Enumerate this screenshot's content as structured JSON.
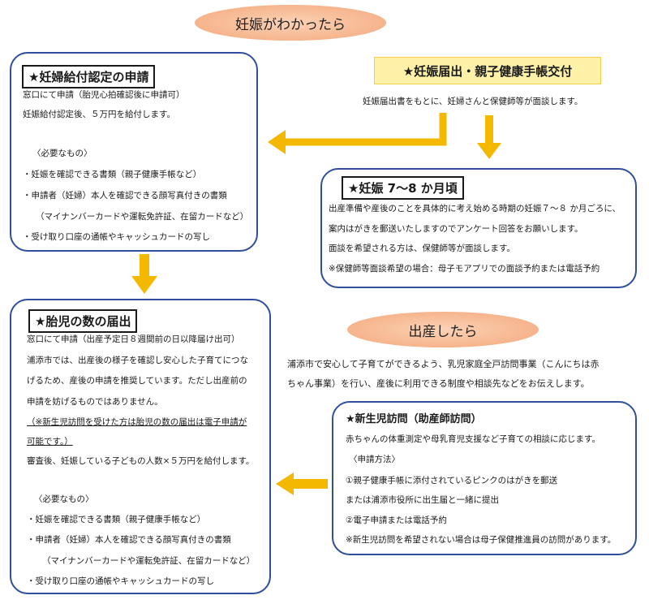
{
  "pregnancy_label": "妊娠がわかったら",
  "birth_label": "出産したら",
  "benefit_box": {
    "title": "★妊婦給付認定の申請",
    "lines": [
      "窓口にて申請（胎児心拍確認後に申請可）",
      "妊娠給付認定後、５万円を給付します。"
    ],
    "needs_heading": "〈必要なもの〉",
    "needs": [
      "・妊娠を確認できる書類（親子健康手帳など）",
      "・申請者（妊婦）本人を確認できる顔写真付きの書類",
      "（マイナンバーカードや運転免許証、在留カードなど）",
      "・受け取り口座の通帳やキャッシュカードの写し"
    ]
  },
  "notification": {
    "title": "★妊娠届出・親子健康手帳交付",
    "text": "妊娠届出書をもとに、妊婦さんと保健師等が面談します。"
  },
  "month_box": {
    "title": "★妊娠 7～8 か月頃",
    "lines": [
      "出産準備や産後のことを具体的に考え始める時期の妊娠７～８ か月ごろに、",
      "案内はがきを郵送いたしますのでアンケート回答をお願いします。",
      "面談を希望される方は、保健師等が面談します。",
      "※保健師等面談希望の場合：母子モアプリでの面談予約または電話予約"
    ]
  },
  "fetus_box": {
    "title": "★胎児の数の届出",
    "lines": [
      "窓口にて申請（出産予定日８週間前の日以降届け出可）",
      "浦添市では、出産後の様子を確認し安心した子育てにつな",
      "げるため、産後の申請を推奨しています。ただし出産前の",
      "申請を妨げるものではありません。"
    ],
    "underline_lines": [
      "（※新生児訪問を受けた方は胎児の数の届出は電子申請が",
      "可能です。）"
    ],
    "after_line": "審査後、妊娠している子どもの人数×５万円を給付します。",
    "needs_heading": "〈必要なもの〉",
    "needs": [
      "・妊娠を確認できる書類（親子健康手帳など）",
      "・申請者（妊婦）本人を確認できる顔写真付きの書類",
      "（マイナンバーカードや運転免許証、在留カードなど）",
      "・受け取り口座の通帳やキャッシュカードの写し"
    ]
  },
  "birth_text": [
    "浦添市で安心して子育てができるよう、乳児家庭全戸訪問事業（こんにちは赤",
    "ちゃん事業）を行い、産後に利用できる制度や相談先などをお伝えします。"
  ],
  "newborn_box": {
    "title": "★新生児訪問（助産師訪問）",
    "lines": [
      "赤ちゃんの体重測定や母乳育児支援など子育ての相談に応じます。",
      "〈申請方法〉",
      "①親子健康手帳に添付されているピンクのはがきを郵送",
      "または浦添市役所に出生届と一緒に提出",
      "②電子申請または電話予約",
      "※新生児訪問を希望されない場合は母子保健推進員の訪問があります。"
    ]
  },
  "colors": {
    "arrow": "#f5b800",
    "border": "#2f4f9a",
    "oval": "#f6b48c",
    "highlight": "#fff2a8"
  }
}
